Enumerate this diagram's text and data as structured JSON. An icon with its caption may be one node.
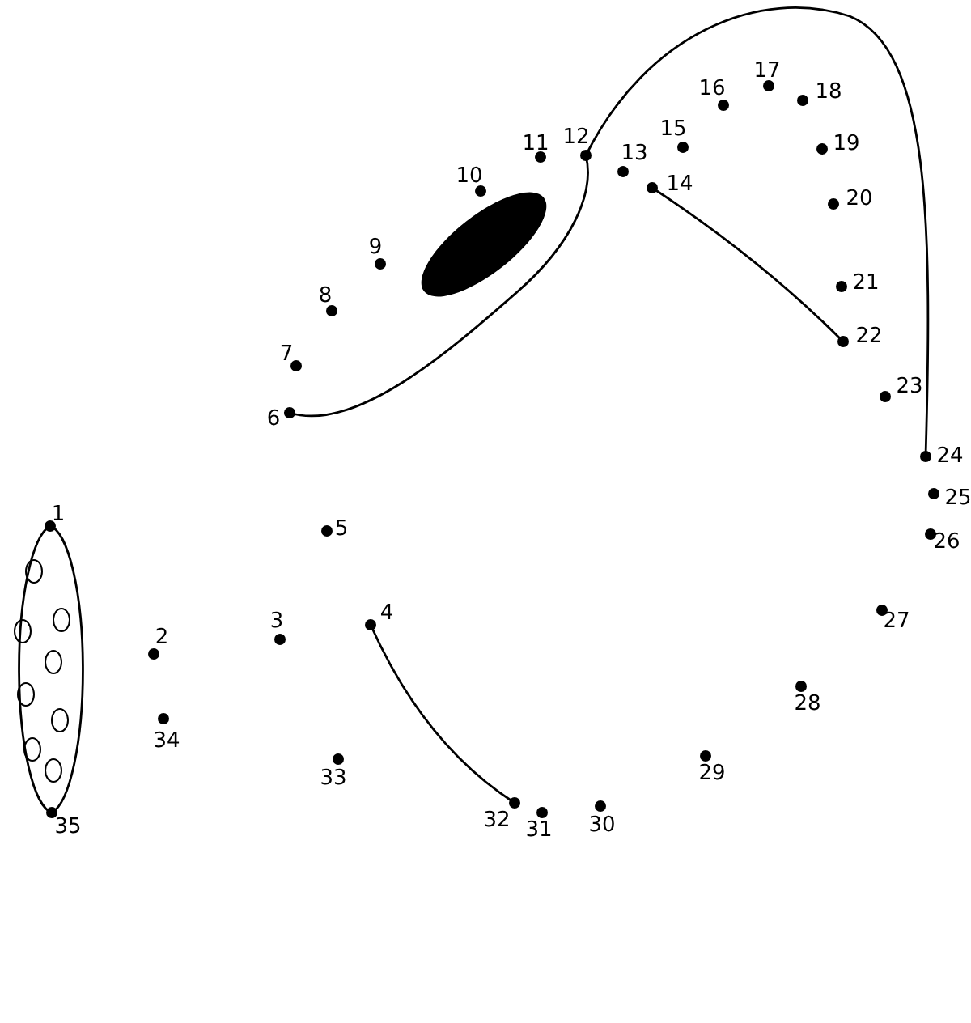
{
  "diagram": {
    "nodes": [
      {
        "text": [],
        "shape": "circle",
        "beside": [
          "1"
        ]
      },
      {
        "text": [],
        "shape": "circle",
        "beside": [
          "2"
        ]
      },
      {
        "text": [],
        "shape": "circle",
        "beside": [
          "3"
        ]
      },
      {
        "text": [],
        "shape": "circle",
        "beside": [
          "4"
        ]
      },
      {
        "text": [],
        "shape": "circle",
        "beside": [
          "5"
        ]
      },
      {
        "text": [],
        "shape": "circle",
        "beside": [
          "6"
        ]
      },
      {
        "text": [],
        "shape": "circle",
        "beside": [
          "7"
        ]
      },
      {
        "text": [],
        "shape": "circle",
        "beside": [
          "8"
        ]
      },
      {
        "text": [],
        "shape": "circle",
        "beside": [
          "9"
        ]
      },
      {
        "text": [],
        "shape": "circle",
        "beside": [
          "10"
        ]
      },
      {
        "text": [],
        "shape": "circle",
        "beside": [
          "11"
        ]
      },
      {
        "text": [],
        "shape": "circle",
        "beside": [
          "12"
        ]
      },
      {
        "text": [],
        "shape": "circle",
        "beside": [
          "13"
        ]
      },
      {
        "text": [],
        "shape": "circle",
        "beside": [
          "14"
        ]
      },
      {
        "text": [],
        "shape": "circle",
        "beside": [
          "15"
        ]
      },
      {
        "text": [],
        "shape": "circle",
        "beside": [
          "16"
        ]
      },
      {
        "text": [],
        "shape": "circle",
        "beside": [
          "17"
        ]
      },
      {
        "text": [],
        "shape": "circle",
        "beside": [
          "18"
        ]
      },
      {
        "text": [],
        "shape": "circle",
        "beside": [
          "19"
        ]
      },
      {
        "text": [],
        "shape": "circle",
        "beside": [
          "20"
        ]
      },
      {
        "text": [],
        "shape": "circle",
        "beside": [
          "21"
        ]
      },
      {
        "text": [],
        "shape": "circle",
        "beside": [
          "22"
        ]
      },
      {
        "text": [],
        "shape": "circle",
        "beside": [
          "23"
        ]
      },
      {
        "text": [],
        "shape": "circle",
        "beside": [
          "24"
        ]
      },
      {
        "text": [],
        "shape": "circle",
        "beside": [
          "25"
        ]
      },
      {
        "text": [],
        "shape": "circle",
        "beside": [
          "26"
        ]
      },
      {
        "text": [],
        "shape": "circle",
        "beside": [
          "27"
        ]
      },
      {
        "text": [],
        "shape": "circle",
        "beside": [
          "28"
        ]
      },
      {
        "text": [],
        "shape": "circle",
        "beside": [
          "29"
        ]
      },
      {
        "text": [],
        "shape": "circle",
        "beside": [
          "30"
        ]
      },
      {
        "text": [],
        "shape": "circle",
        "beside": [
          "31"
        ]
      },
      {
        "text": [],
        "shape": "circle",
        "beside": [
          "32"
        ]
      },
      {
        "text": [],
        "shape": "circle",
        "beside": [
          "33"
        ]
      },
      {
        "text": [],
        "shape": "circle",
        "beside": [
          "34"
        ]
      },
      {
        "text": [],
        "shape": "circle",
        "beside": [
          "35"
        ]
      }
    ],
    "edges": [
      {
        "from": 5,
        "to": 11,
        "arrow": "none"
      },
      {
        "from": 11,
        "to": 23,
        "arrow": "none"
      },
      {
        "from": 13,
        "to": 21,
        "arrow": "none"
      },
      {
        "from": 3,
        "to": 31,
        "arrow": "none"
      },
      {
        "from": 0,
        "to": 34,
        "arrow": "none"
      },
      {
        "from": 34,
        "to": 0,
        "arrow": "none"
      }
    ]
  }
}
